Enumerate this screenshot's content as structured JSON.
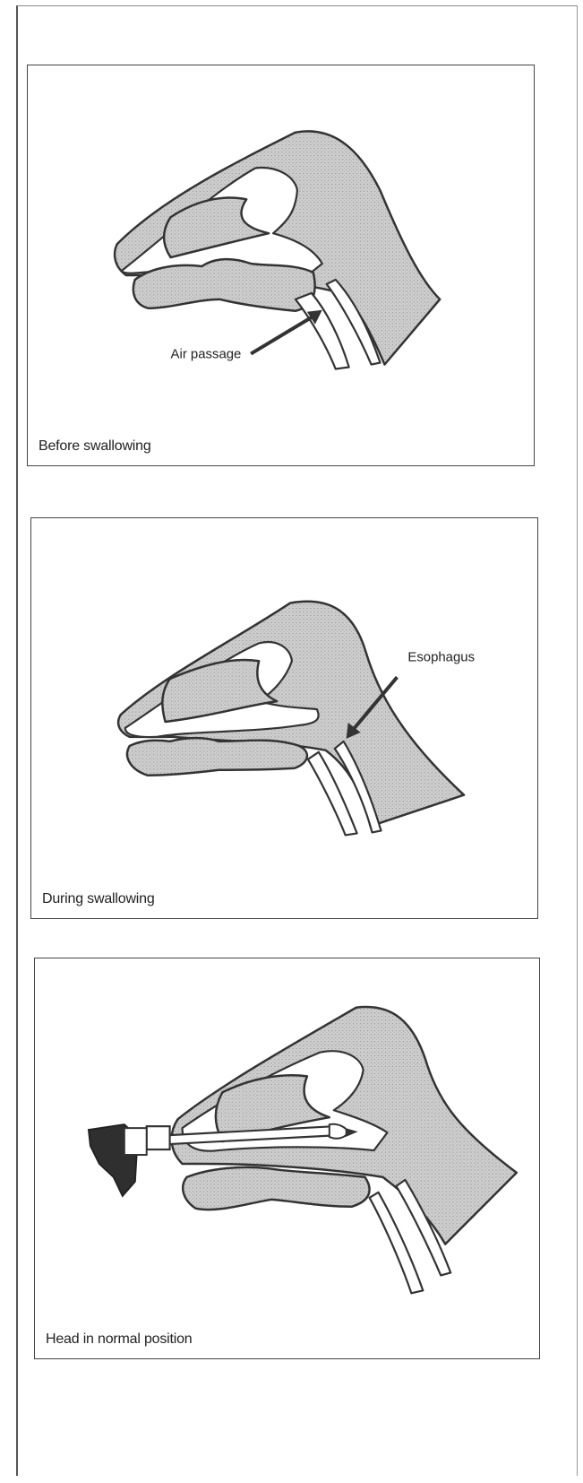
{
  "panels": [
    {
      "caption": "Before swallowing",
      "annotation": "Air passage"
    },
    {
      "caption": "During swallowing",
      "annotation": "Esophagus"
    },
    {
      "caption": "Head in normal position",
      "annotation": ""
    }
  ],
  "colors": {
    "tissue_fill": "#c8c8c8",
    "outline": "#333333"
  }
}
